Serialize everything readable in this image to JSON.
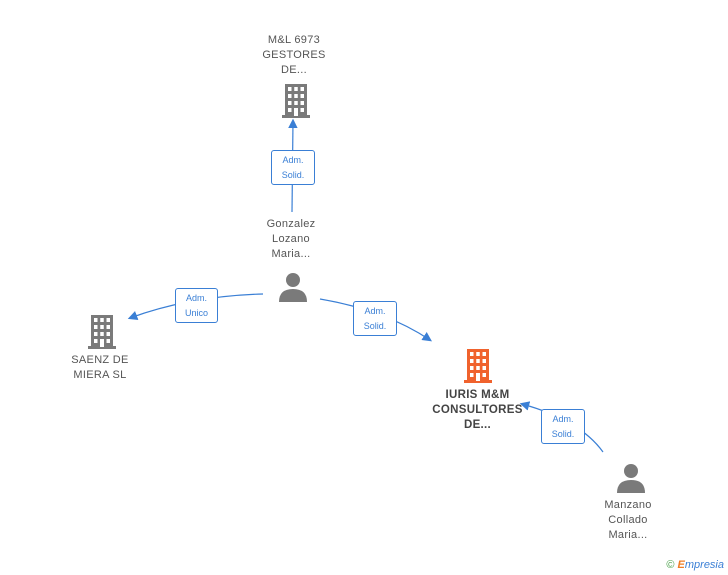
{
  "nodes": {
    "mgestores": {
      "lines": [
        "M&L 6973",
        "GESTORES",
        "DE..."
      ],
      "type": "company"
    },
    "gonzalez": {
      "lines": [
        "Gonzalez",
        "Lozano",
        "Maria..."
      ],
      "type": "person"
    },
    "saenz": {
      "lines": [
        "SAENZ DE",
        "MIERA  SL"
      ],
      "type": "company"
    },
    "iuris": {
      "lines": [
        "IURIS M&M",
        "CONSULTORES",
        "DE..."
      ],
      "type": "company",
      "highlighted": true
    },
    "manzano": {
      "lines": [
        "Manzano",
        "Collado",
        "Maria..."
      ],
      "type": "person"
    }
  },
  "edges": {
    "e1": {
      "lines": [
        "Adm.",
        "Solid."
      ]
    },
    "e2": {
      "lines": [
        "Adm.",
        "Unico"
      ]
    },
    "e3": {
      "lines": [
        "Adm.",
        "Solid."
      ]
    },
    "e4": {
      "lines": [
        "Adm.",
        "Solid."
      ]
    }
  },
  "colors": {
    "edge": "#3a7fd5",
    "company": "#7a7a7a",
    "highlight": "#f0622d",
    "person": "#7a7a7a"
  },
  "brand": {
    "copyright": "©",
    "name_initial": "E",
    "name_rest": "mpresia"
  }
}
